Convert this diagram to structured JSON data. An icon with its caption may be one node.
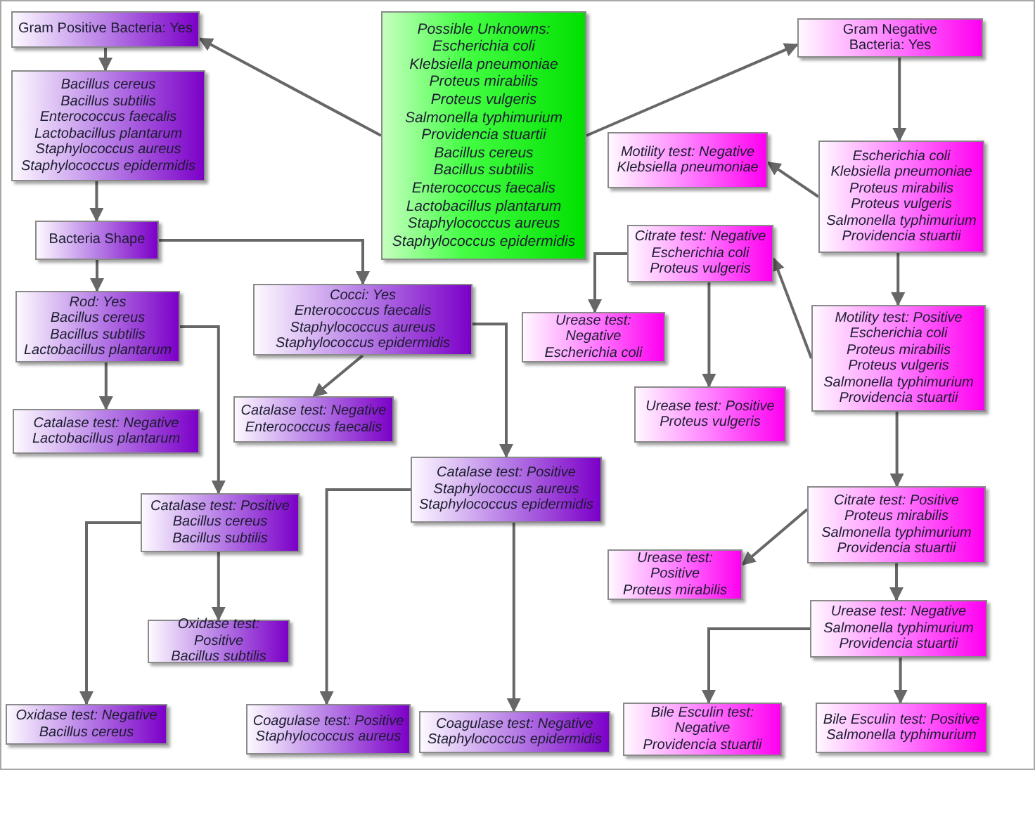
{
  "diagram": {
    "nodes": [
      {
        "text": [
          "Gram Positive Bacteria: Yes"
        ]
      },
      {
        "text": [
          "Possible Unknowns:",
          "Escherichia coli",
          "Klebsiella pneumoniae",
          "Proteus mirabilis",
          "Proteus vulgeris",
          "Salmonella typhimurium",
          "Providencia stuartii",
          "Bacillus cereus",
          "Bacillus subtilis",
          "Enterococcus faecalis",
          "Lactobacillus plantarum",
          "Staphylococcus aureus",
          "Staphylococcus epidermidis"
        ]
      },
      {
        "text": [
          "Gram Negative Bacteria: Yes"
        ]
      },
      {
        "text": [
          "Bacillus cereus",
          "Bacillus subtilis",
          "Enterococcus faecalis",
          "Lactobacillus plantarum",
          "Staphylococcus aureus",
          "Staphylococcus epidermidis"
        ]
      },
      {
        "text": [
          "Motility test: Negative",
          "Klebsiella pneumoniae"
        ]
      },
      {
        "text": [
          "Escherichia coli",
          "Klebsiella pneumoniae",
          "Proteus mirabilis",
          "Proteus vulgeris",
          "Salmonella typhimurium",
          "Providencia stuartii"
        ]
      },
      {
        "text": [
          "Bacteria Shape"
        ]
      },
      {
        "text": [
          "Citrate test: Negative",
          "Escherichia coli",
          "Proteus vulgeris"
        ]
      },
      {
        "text": [
          "Cocci: Yes",
          "Enterococcus faecalis",
          "Staphylococcus aureus",
          "Staphylococcus epidermidis"
        ]
      },
      {
        "text": [
          "Rod: Yes",
          "Bacillus cereus",
          "Bacillus subtilis",
          "Lactobacillus plantarum"
        ]
      },
      {
        "text": [
          "Motility test: Positive",
          "Escherichia coli",
          "Proteus mirabilis",
          "Proteus vulgeris",
          "Salmonella typhimurium",
          "Providencia stuartii"
        ]
      },
      {
        "text": [
          "Urease test: Negative",
          "Escherichia coli"
        ]
      },
      {
        "text": [
          "Catalase test: Negative",
          "Enterococcus faecalis"
        ]
      },
      {
        "text": [
          "Urease test: Positive",
          "Proteus vulgeris"
        ]
      },
      {
        "text": [
          "Catalase test: Negative",
          "Lactobacillus plantarum"
        ]
      },
      {
        "text": [
          "Catalase test: Positive",
          "Staphylococcus aureus",
          "Staphylococcus epidermidis"
        ]
      },
      {
        "text": [
          "Catalase test: Positive",
          "Bacillus cereus",
          "Bacillus subtilis"
        ]
      },
      {
        "text": [
          "Citrate test: Positive",
          "Proteus mirabilis",
          "Salmonella typhimurium",
          "Providencia stuartii"
        ]
      },
      {
        "text": [
          "Urease test: Positive",
          "Proteus mirabilis"
        ]
      },
      {
        "text": [
          "Urease test: Negative",
          "Salmonella typhimurium",
          "Providencia stuartii"
        ]
      },
      {
        "text": [
          "Oxidase test: Positive",
          "Bacillus subtilis"
        ]
      },
      {
        "text": [
          "Oxidase test: Negative",
          "Bacillus cereus"
        ]
      },
      {
        "text": [
          "Coagulase test: Positive",
          "Staphylococcus aureus"
        ]
      },
      {
        "text": [
          "Coagulase test: Negative",
          "Staphylococcus epidermidis"
        ]
      },
      {
        "text": [
          "Bile Esculin test: Negative",
          "Providencia stuartii"
        ]
      },
      {
        "text": [
          "Bile Esculin test: Positive",
          "Salmonella typhimurium"
        ]
      }
    ],
    "edges": [
      {
        "from": 1,
        "to": 0,
        "arrow": "to"
      },
      {
        "from": 1,
        "to": 2,
        "arrow": "to"
      },
      {
        "from": 0,
        "to": 3,
        "arrow": "to"
      },
      {
        "from": 3,
        "to": 6,
        "arrow": "to"
      },
      {
        "from": 6,
        "to": 9,
        "arrow": "to"
      },
      {
        "from": 6,
        "to": 8,
        "arrow": "to"
      },
      {
        "from": 9,
        "to": 14,
        "arrow": "to"
      },
      {
        "from": 9,
        "to": 16,
        "arrow": "to"
      },
      {
        "from": 8,
        "to": 12,
        "arrow": "to"
      },
      {
        "from": 8,
        "to": 15,
        "arrow": "to"
      },
      {
        "from": 16,
        "to": 21,
        "arrow": "to"
      },
      {
        "from": 16,
        "to": 20,
        "arrow": "to"
      },
      {
        "from": 15,
        "to": 22,
        "arrow": "to"
      },
      {
        "from": 15,
        "to": 23,
        "arrow": "to"
      },
      {
        "from": 2,
        "to": 5,
        "arrow": "to"
      },
      {
        "from": 5,
        "to": 4,
        "arrow": "to"
      },
      {
        "from": 5,
        "to": 10,
        "arrow": "to"
      },
      {
        "from": 10,
        "to": 7,
        "arrow": "to"
      },
      {
        "from": 7,
        "to": 11,
        "arrow": "to"
      },
      {
        "from": 7,
        "to": 13,
        "arrow": "to"
      },
      {
        "from": 10,
        "to": 17,
        "arrow": "to"
      },
      {
        "from": 17,
        "to": 18,
        "arrow": "to"
      },
      {
        "from": 17,
        "to": 19,
        "arrow": "to"
      },
      {
        "from": 19,
        "to": 24,
        "arrow": "to"
      },
      {
        "from": 19,
        "to": 25,
        "arrow": "to"
      }
    ]
  }
}
